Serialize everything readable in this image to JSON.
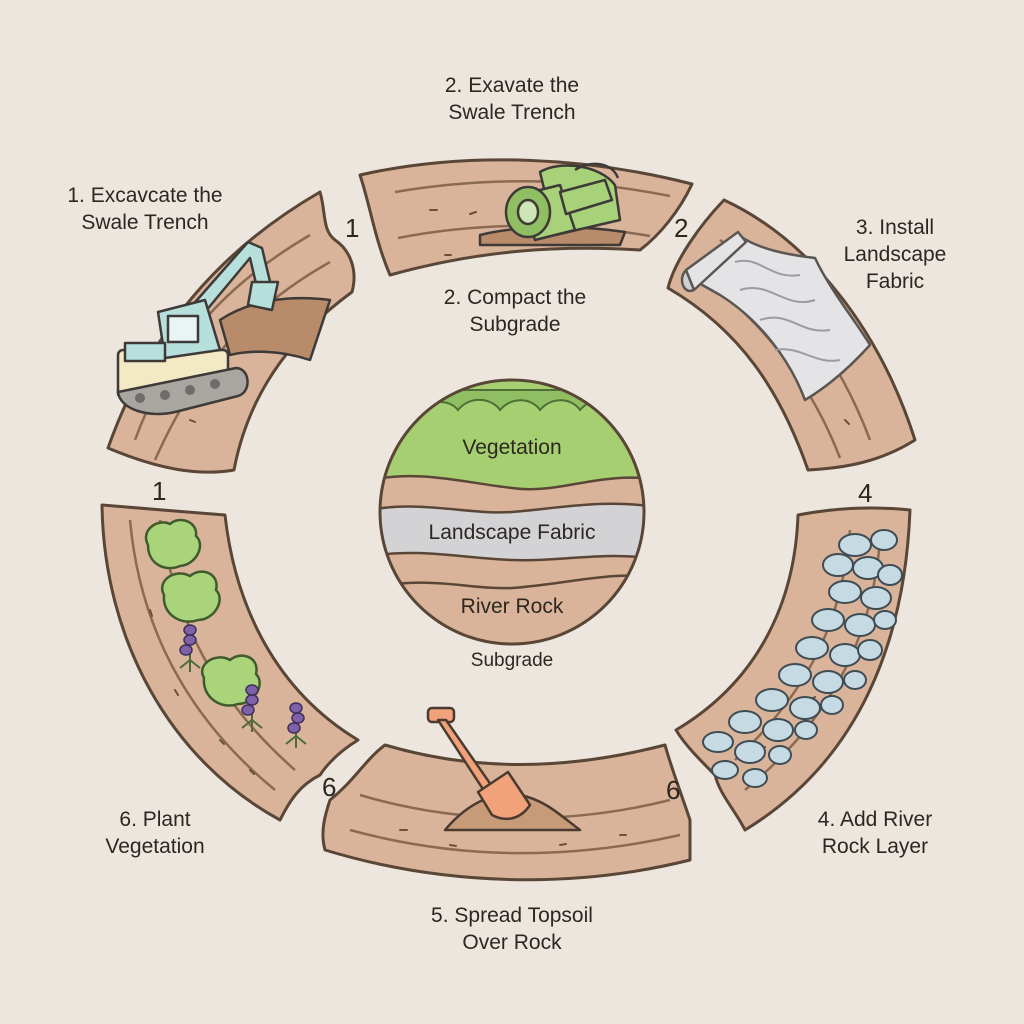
{
  "step_labels": [
    "1. Excavcate the\nSwale Trench",
    "2. Exavate the\nSwale Trench",
    "2. Compact the\nSubgrade",
    "3. Install\nLandscape\nFabric",
    "4. Add River\nRock Layer",
    "5. Spread Topsoil\nOver Rock",
    "6. Plant\nVegetation"
  ],
  "segment_numbers": [
    "1",
    "2",
    "4",
    "6",
    "6",
    "1"
  ],
  "core_layers": [
    "Vegetation",
    "Landscape Fabric",
    "River Rock",
    "Subgrade"
  ],
  "icons": [
    "excavator-icon",
    "roller-compactor-icon",
    "fabric-roll-icon",
    "river-rocks-icon",
    "shovel-icon",
    "shrub-icon",
    "lavender-icon"
  ],
  "colors": {
    "background": "#ece6df",
    "soil_band": "#d9b49a",
    "soil_dark": "#b98e70",
    "outline": "#5a4636",
    "vegetation": "#a6cf72",
    "fabric": "#d3d3d6",
    "rock": "#bcd3de",
    "machine": "#a9d9d5",
    "shovel": "#f2a27a"
  }
}
